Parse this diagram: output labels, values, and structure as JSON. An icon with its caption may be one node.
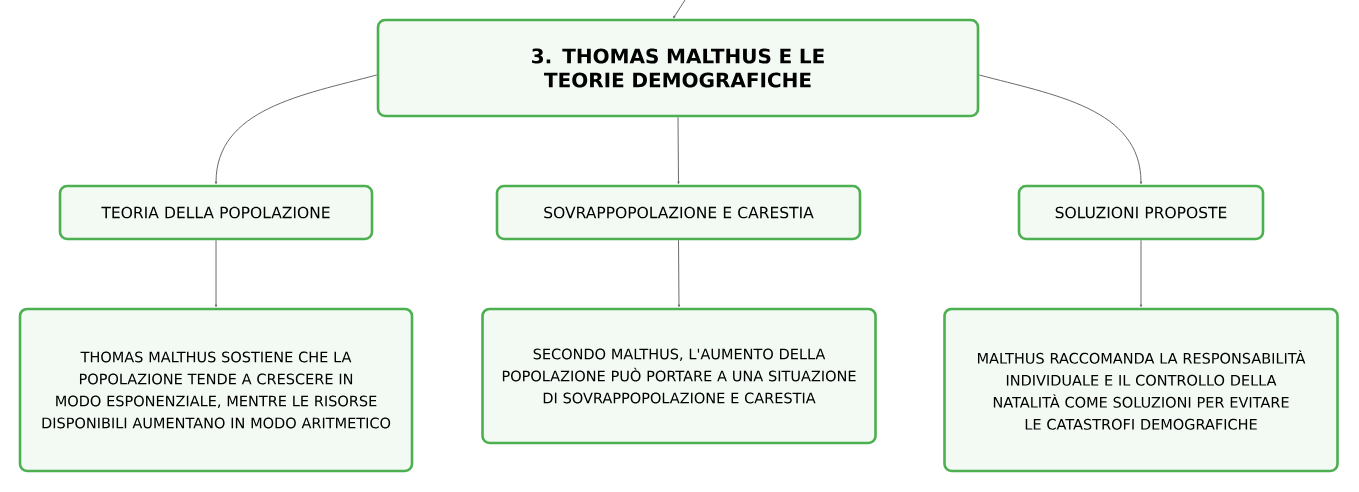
{
  "diagram": {
    "nodes": [
      {
        "text": [
          "3. THOMAS MALTHUS E LE TEORIE DEMOGRAFICHE"
        ]
      },
      {
        "text": [
          "TEORIA DELLA POPOLAZIONE"
        ]
      },
      {
        "text": [
          "SOVRAPPOPOLAZIONE E CARESTIA"
        ]
      },
      {
        "text": [
          "SOLUZIONI PROPOSTE"
        ]
      },
      {
        "text": [
          "THOMAS MALTHUS SOSTIENE CHE LA POPOLAZIONE TENDE A CRESCERE IN MODO ESPONENZIALE, MENTRE LE RISORSE DISPONIBILI AUMENTANO IN MODO ARITMETICO"
        ]
      },
      {
        "text": [
          "SECONDO MALTHUS, L'AUMENTO DELLA POPOLAZIONE PUÒ PORTARE A UNA SITUAZIONE DI SOVRAPPOPOLAZIONE E CARESTIA"
        ]
      },
      {
        "text": [
          "MALTHUS RACCOMANDA LA RESPONSABILITÀ INDIVIDUALE E IL CONTROLLO DELLA NATALITÀ COME SOLUZIONI PER EVITARE LE CATASTROFI DEMOGRAFICHE"
        ]
      }
    ],
    "edges": [
      {
        "from": null,
        "to": 0,
        "arrow": "to"
      },
      {
        "from": 0,
        "to": 1,
        "arrow": "to"
      },
      {
        "from": 0,
        "to": 2,
        "arrow": "to"
      },
      {
        "from": 0,
        "to": 3,
        "arrow": "to"
      },
      {
        "from": 1,
        "to": 4,
        "arrow": "to"
      },
      {
        "from": 2,
        "to": 5,
        "arrow": "to"
      },
      {
        "from": 3,
        "to": 6,
        "arrow": "to"
      }
    ]
  }
}
